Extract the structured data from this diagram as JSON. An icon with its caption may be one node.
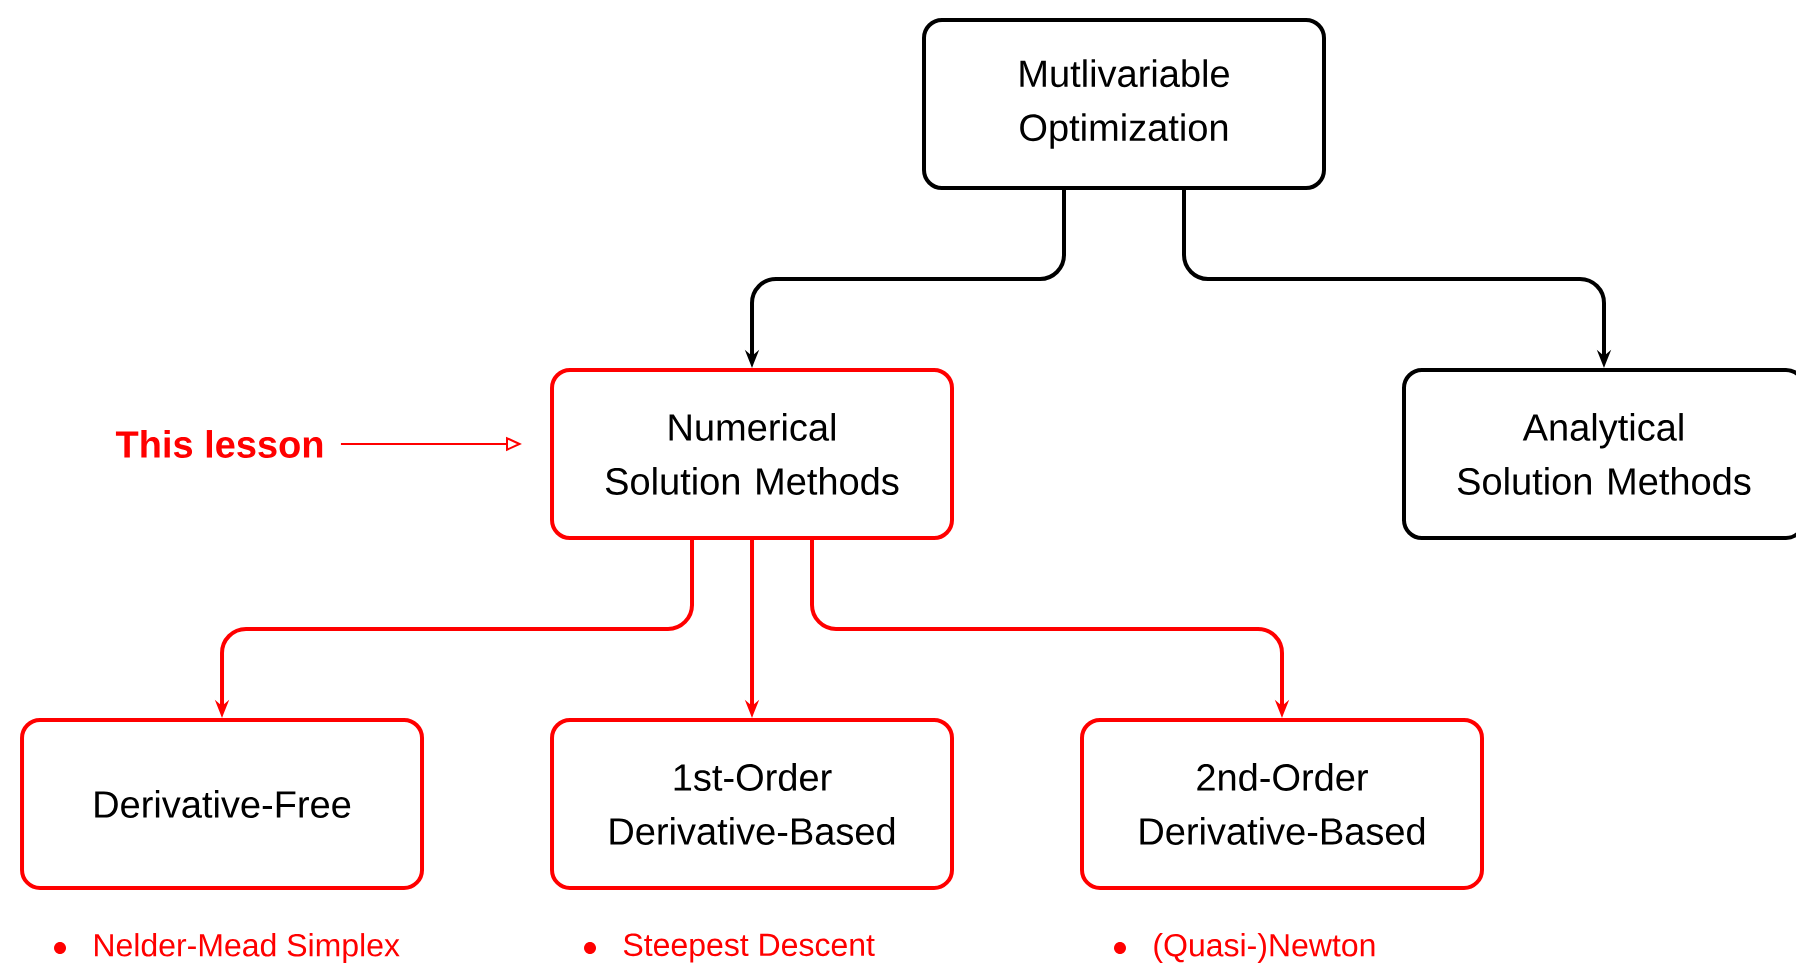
{
  "diagram": {
    "nodes": [
      {
        "text": [
          "Mutlivariable Optimization"
        ]
      },
      {
        "text": [
          "This lesson"
        ]
      },
      {
        "text": [
          "Numerical Solution Methods"
        ]
      },
      {
        "text": [
          "Analytical Solution Methods"
        ]
      },
      {
        "text": [
          "Derivative-Free"
        ],
        "beside": [
          "Nelder-Mead Simplex"
        ]
      },
      {
        "text": [
          "1st-Order Derivative-Based"
        ],
        "beside": [
          "Steepest Descent"
        ]
      },
      {
        "text": [
          "2nd-Order Derivative-Based"
        ],
        "beside": [
          "(Quasi-)Newton"
        ]
      }
    ],
    "edges": [
      {
        "from": 0,
        "to": 2,
        "arrow": "to",
        "color": "#000000"
      },
      {
        "from": 0,
        "to": 3,
        "arrow": "to",
        "color": "#000000"
      },
      {
        "from": 1,
        "to": 2,
        "arrow": "to",
        "color": "#ff0000"
      },
      {
        "from": 2,
        "to": 4,
        "arrow": "to",
        "color": "#ff0000"
      },
      {
        "from": 2,
        "to": 5,
        "arrow": "to",
        "color": "#ff0000"
      },
      {
        "from": 2,
        "to": 6,
        "arrow": "to",
        "color": "#ff0000"
      }
    ]
  }
}
